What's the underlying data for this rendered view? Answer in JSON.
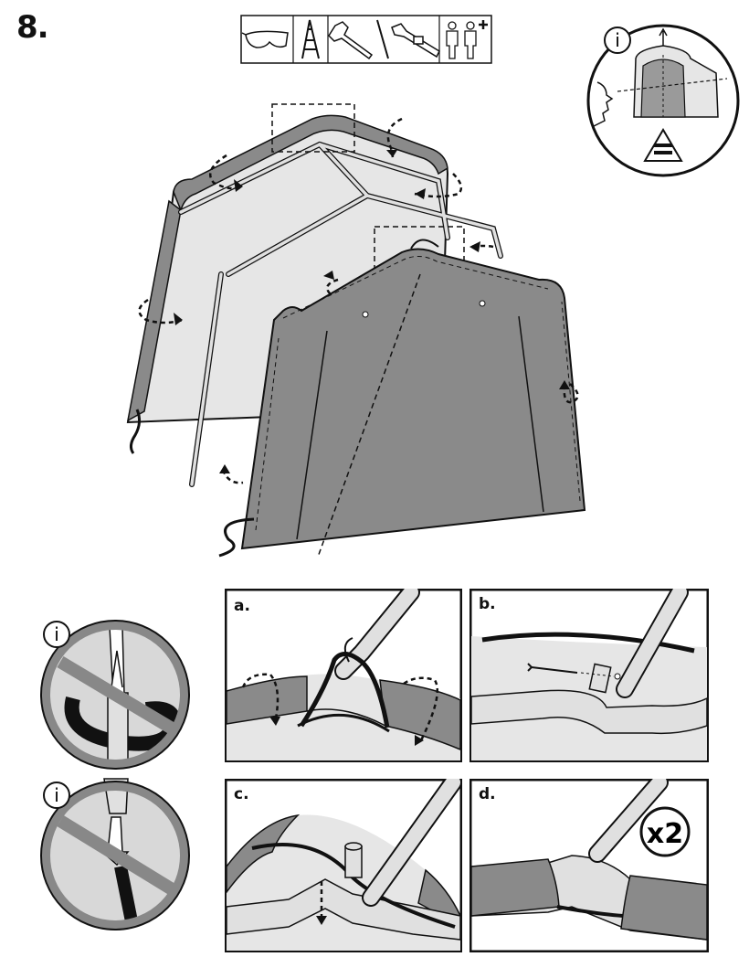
{
  "step": {
    "number": "8."
  },
  "tools": [
    "safety-glasses-icon",
    "ladder-icon",
    "wrench-icon",
    "hammer-icon",
    "socket-wrench-icon",
    "two-person-icon"
  ],
  "info_circle": {
    "badge": "i",
    "symbol": "="
  },
  "panels": [
    {
      "label": "a."
    },
    {
      "label": "b."
    },
    {
      "label": "c."
    },
    {
      "label": "d.",
      "multiplier": "x2"
    }
  ],
  "warnings": [
    {
      "badge": "i"
    },
    {
      "badge": "i"
    }
  ],
  "colors": {
    "cover": "#8a8a8a",
    "cover_light": "#e6e6e6",
    "frame": "#e0e0e0",
    "ink": "#111111"
  }
}
